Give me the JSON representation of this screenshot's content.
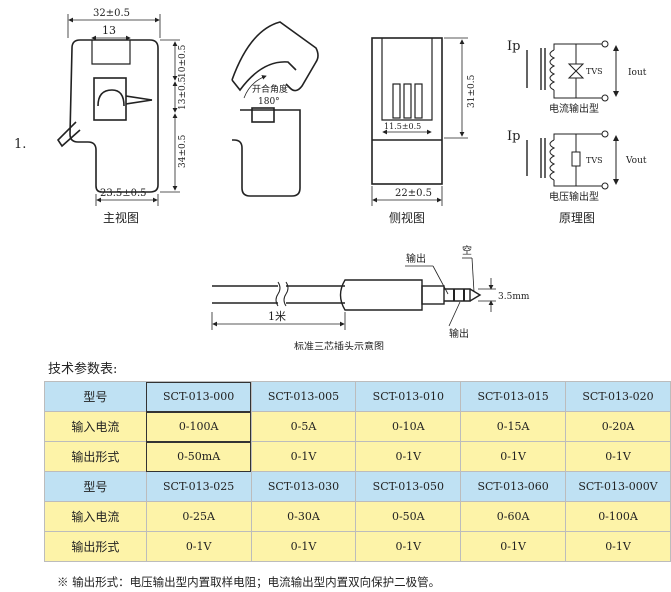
{
  "page_number": "1.",
  "front_view": {
    "caption": "主视图",
    "dim_top_width": "32±0.5",
    "dim_inner_width": "13",
    "dim_right_1": "10±0.5",
    "dim_right_2": "13±0.5",
    "dim_right_3": "34±0.5",
    "dim_bottom_width": "23.5±0.5"
  },
  "open_view": {
    "angle_label_1": "开合角度",
    "angle_label_2": "180°"
  },
  "side_view": {
    "caption": "侧视图",
    "dim_height": "31±0.5",
    "dim_pin_width": "11.5±0.5",
    "dim_bottom_width": "22±0.5"
  },
  "principle": {
    "caption": "原理图",
    "top": {
      "ip": "Ip",
      "tvs": "TVS",
      "out": "Iout",
      "type": "电流输出型"
    },
    "bottom": {
      "ip": "Ip",
      "tvs": "TVS",
      "out": "Vout",
      "type": "电压输出型"
    }
  },
  "plug": {
    "caption": "标准三芯插头示意图",
    "label_output_top": "输出",
    "label_empty": "空",
    "label_output_bottom": "输出",
    "label_diameter": "3.5mm",
    "label_length": "1米"
  },
  "params_title": "技术参数表:",
  "table": {
    "rows": [
      {
        "kind": "hdr",
        "label": "型号",
        "values": [
          "SCT-013-000",
          "SCT-013-005",
          "SCT-013-010",
          "SCT-013-015",
          "SCT-013-020"
        ]
      },
      {
        "kind": "row",
        "label": "输入电流",
        "values": [
          "0-100A",
          "0-5A",
          "0-10A",
          "0-15A",
          "0-20A"
        ]
      },
      {
        "kind": "row",
        "label": "输出形式",
        "values": [
          "0-50mA",
          "0-1V",
          "0-1V",
          "0-1V",
          "0-1V"
        ]
      },
      {
        "kind": "hdr",
        "label": "型号",
        "values": [
          "SCT-013-025",
          "SCT-013-030",
          "SCT-013-050",
          "SCT-013-060",
          "SCT-013-000V"
        ]
      },
      {
        "kind": "row",
        "label": "输入电流",
        "values": [
          "0-25A",
          "0-30A",
          "0-50A",
          "0-60A",
          "0-100A"
        ]
      },
      {
        "kind": "row",
        "label": "输出形式",
        "values": [
          "0-1V",
          "0-1V",
          "0-1V",
          "0-1V",
          "0-1V"
        ]
      }
    ]
  },
  "footnote": "※ 输出形式：电压输出型内置取样电阻；电流输出型内置双向保护二极管。"
}
